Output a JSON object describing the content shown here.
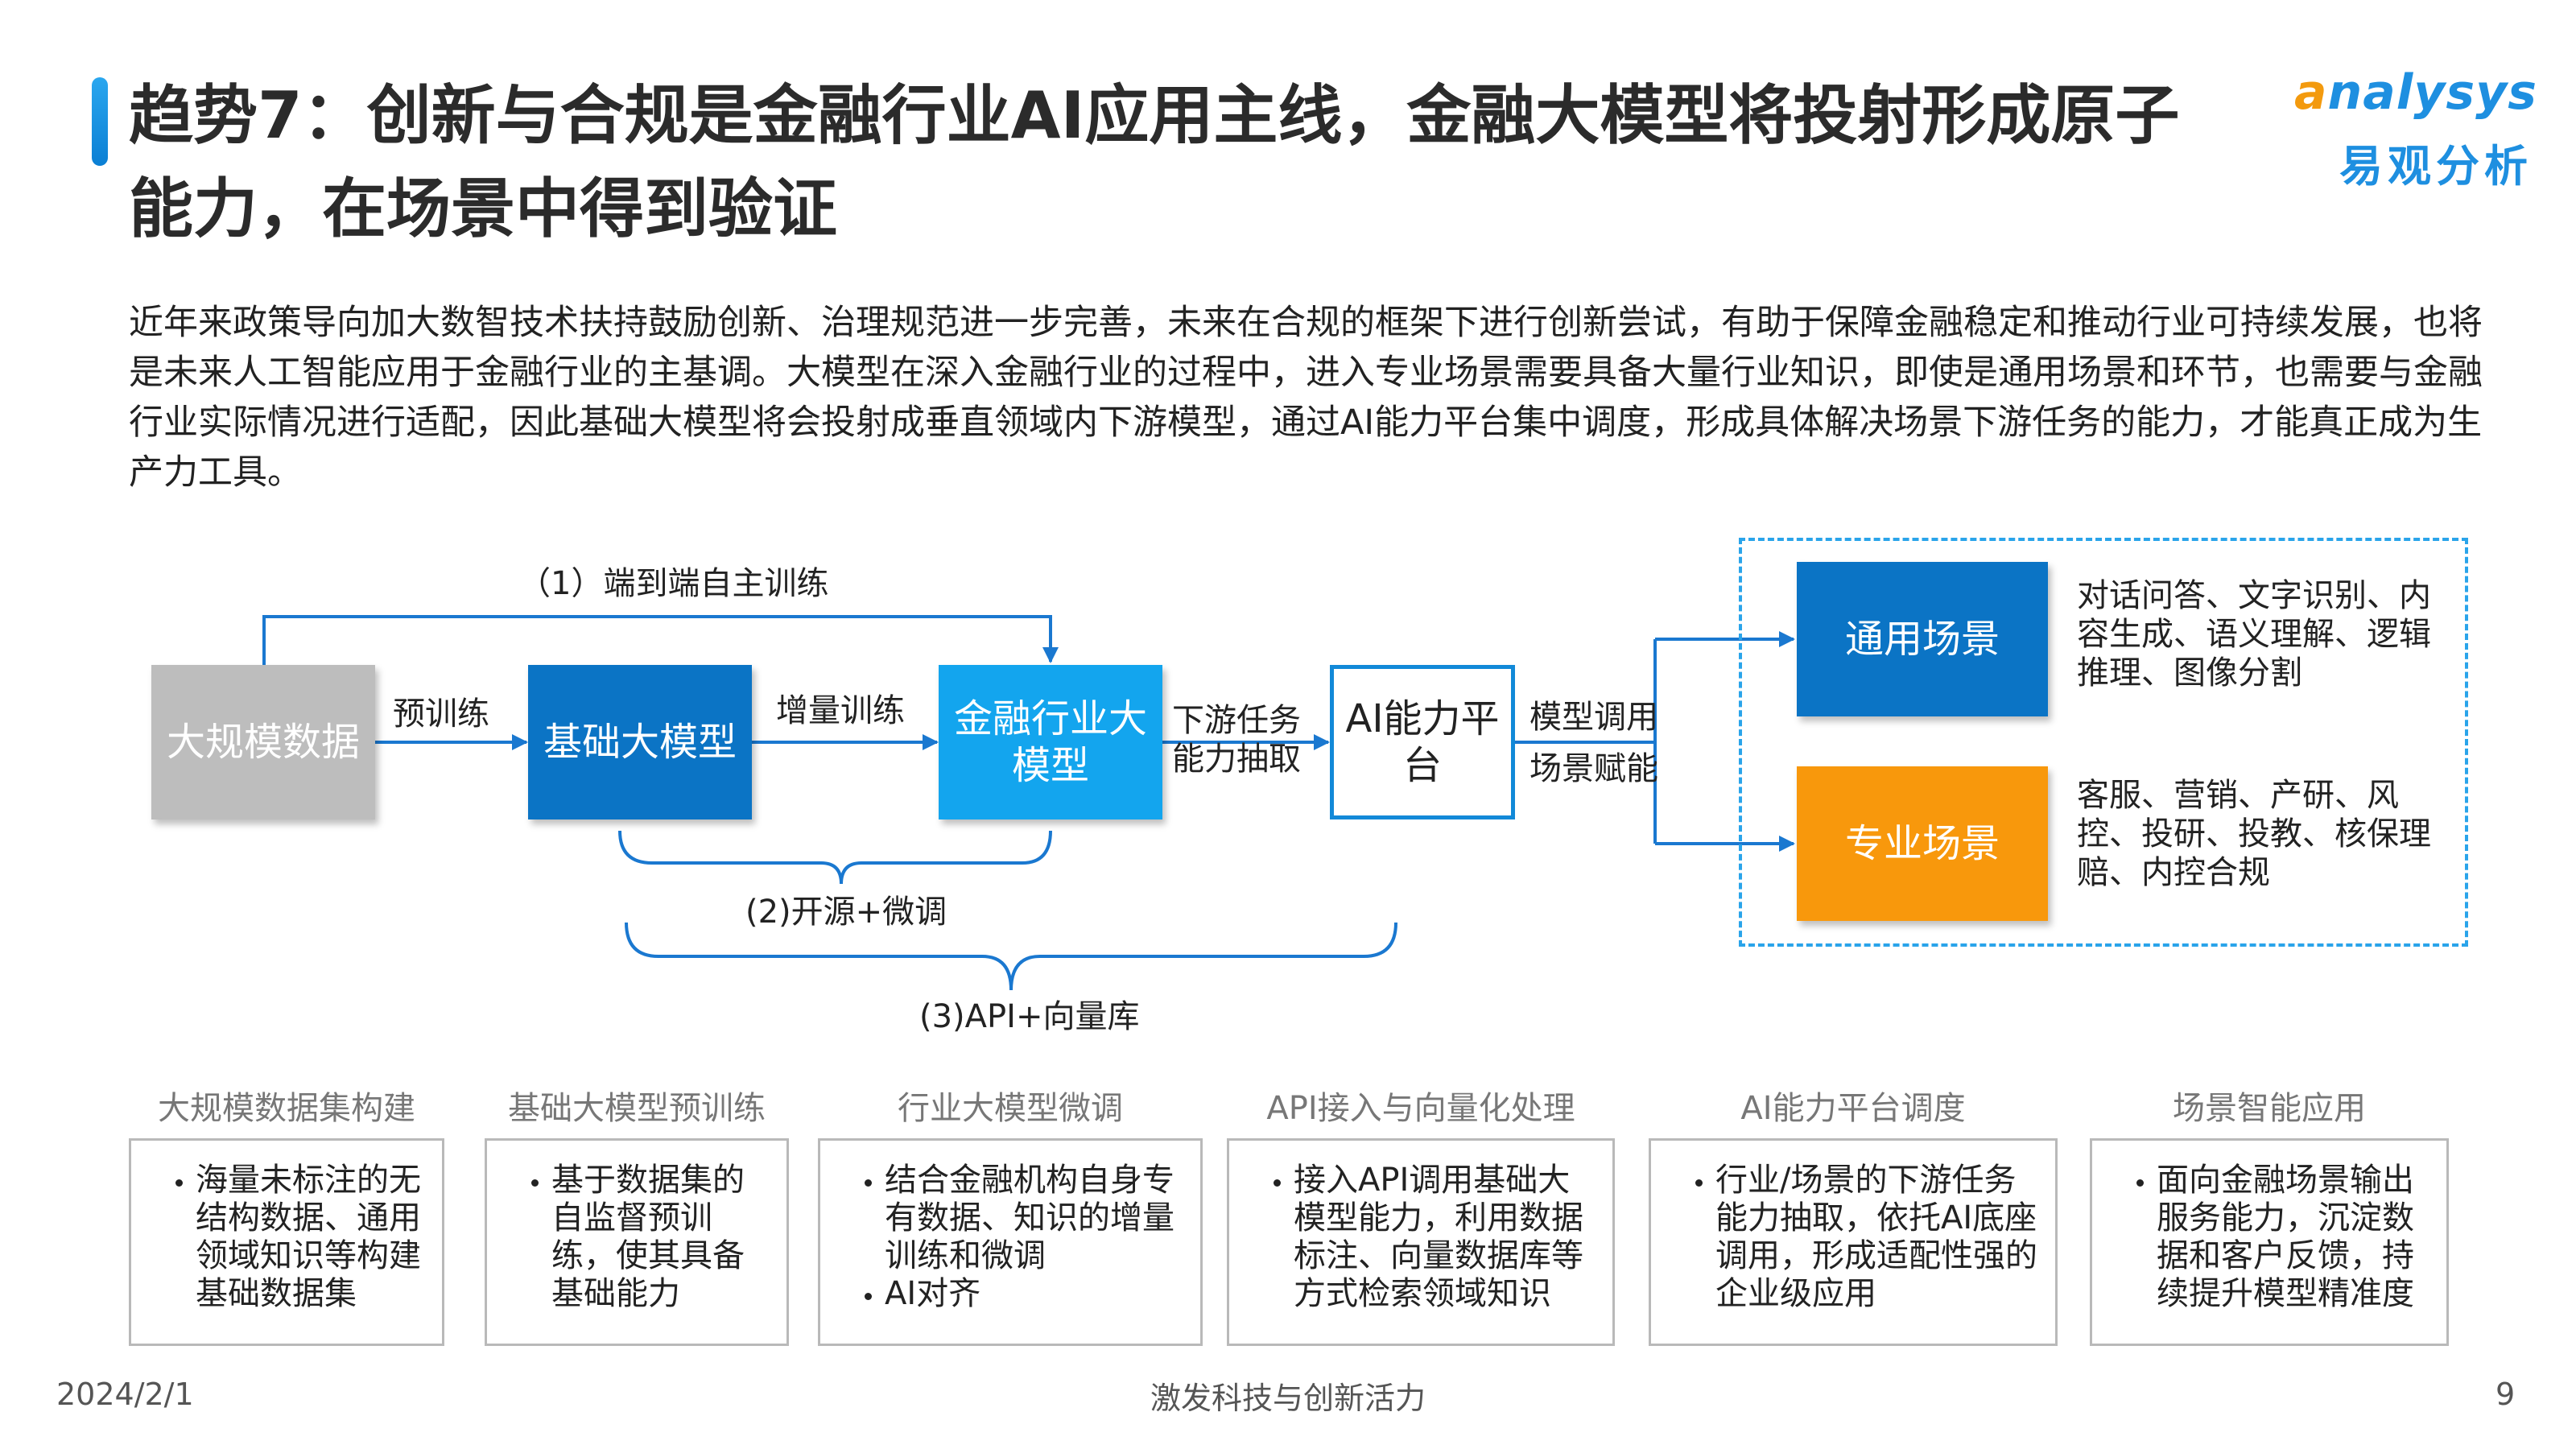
{
  "title": "趋势7：创新与合规是金融行业AI应用主线，金融大模型将投射形成原子能力，在场景中得到验证",
  "logo": {
    "en_first": "a",
    "en_rest": "nalysys",
    "cn": "易观分析"
  },
  "intro": "近年来政策导向加大数智技术扶持鼓励创新、治理规范进一步完善，未来在合规的框架下进行创新尝试，有助于保障金融稳定和推动行业可持续发展，也将是未来人工智能应用于金融行业的主基调。大模型在深入金融行业的过程中，进入专业场景需要具备大量行业知识，即使是通用场景和环节，也需要与金融行业实际情况进行适配，因此基础大模型将会投射成垂直领域内下游模型，通过AI能力平台集中调度，形成具体解决场景下游任务的能力，才能真正成为生产力工具。",
  "diagram": {
    "boxes": {
      "data": "大规模数据",
      "base": "基础大模型",
      "fin": "金融行业大模型",
      "ai": "AI能力平台",
      "general": "通用场景",
      "pro": "专业场景"
    },
    "edges": {
      "pretrain": "预训练",
      "incremental": "增量训练",
      "downstream_1": "下游任务",
      "downstream_2": "能力抽取",
      "model_call": "模型调用",
      "scene_enable": "场景赋能",
      "e2e": "（1）端到端自主训练",
      "open_source": "(2)开源+微调",
      "api": "(3)API+向量库"
    },
    "general_desc": "对话问答、文字识别、内容生成、语义理解、逻辑推理、图像分割",
    "pro_desc": "客服、营销、产研、风控、投研、投教、核保理赔、内控合规"
  },
  "stages": [
    {
      "title": "大规模数据集构建",
      "items": [
        "海量未标注的无结构数据、通用领域知识等构建基础数据集"
      ]
    },
    {
      "title": "基础大模型预训练",
      "items": [
        "基于数据集的自监督预训练，使其具备基础能力"
      ]
    },
    {
      "title": "行业大模型微调",
      "items": [
        "结合金融机构自身专有数据、知识的增量训练和微调",
        "AI对齐"
      ]
    },
    {
      "title": "API接入与向量化处理",
      "items": [
        "接入API调用基础大模型能力，利用数据标注、向量数据库等方式检索领域知识"
      ]
    },
    {
      "title": "AI能力平台调度",
      "items": [
        "行业/场景的下游任务能力抽取，依托AI底座调用，形成适配性强的企业级应用"
      ]
    },
    {
      "title": "场景智能应用",
      "items": [
        "面向金融场景输出服务能力，沉淀数据和客户反馈，持续提升模型精准度"
      ]
    }
  ],
  "footer": {
    "date": "2024/2/1",
    "slogan": "激发科技与创新活力",
    "page": "9"
  },
  "colors": {
    "blue_dark": "#0b74c5",
    "blue_light": "#13a5ee",
    "orange": "#f8980c",
    "gray": "#bdbdbd"
  }
}
